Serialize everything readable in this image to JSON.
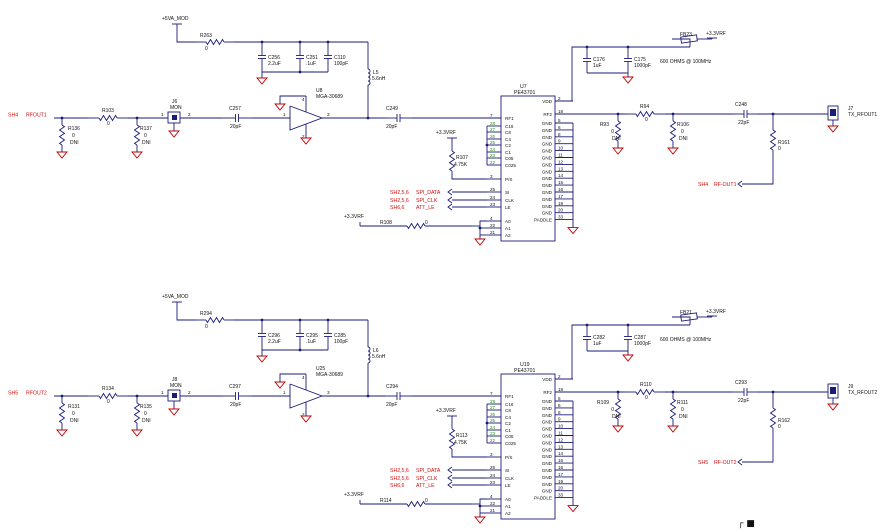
{
  "top": {
    "power_mod": "+5VA_MOD",
    "r_supply": {
      "ref": "R263",
      "val": "0"
    },
    "caps_supply": [
      {
        "ref": "C256",
        "val": "2.2uF"
      },
      {
        "ref": "C251",
        "val": ".1uF"
      },
      {
        "ref": "C110",
        "val": "100pF"
      }
    ],
    "inductor": {
      "ref": "L5",
      "val": "5.6nH"
    },
    "amp": {
      "ref": "U8",
      "val": "MGA-30689",
      "pins": [
        "1",
        "3",
        "4",
        "2"
      ]
    },
    "in_port": {
      "sheet": "SH4",
      "net": "RFOUT1"
    },
    "r_series": {
      "ref": "R103",
      "val": "0"
    },
    "r_shunt_a": {
      "ref": "R136",
      "val": "0",
      "dni": "DNI"
    },
    "r_shunt_b": {
      "ref": "R137",
      "val": "0",
      "dni": "DNI"
    },
    "mon": {
      "ref": "J6",
      "label": "MON",
      "pin1": "1",
      "pin2": "2"
    },
    "c_in": {
      "ref": "C257",
      "val": "20pF"
    },
    "c_out": {
      "ref": "C249",
      "val": "20pF"
    },
    "ic": {
      "ref": "U7",
      "part": "PE43701"
    },
    "vrf": "+3.3VRF",
    "pullup": {
      "ref": "R107",
      "val": "4.75K"
    },
    "spi": [
      {
        "sheet": "SH2,5,6",
        "net": "SPI_DATA"
      },
      {
        "sheet": "SH2,5,6",
        "net": "SPI_CLK"
      },
      {
        "sheet": "SH6,6",
        "net": "ATT_LE"
      }
    ],
    "r_addr": {
      "ref": "R108",
      "val": "0"
    },
    "ferrite": {
      "ref": "FB23",
      "val": "600 OHMS @ 100MHz"
    },
    "caps_vdd": [
      {
        "ref": "C176",
        "val": "1uF"
      },
      {
        "ref": "C175",
        "val": "1000pF"
      }
    ],
    "r_rf2": {
      "ref": "R94",
      "val": "0"
    },
    "r_rf2_a": {
      "ref": "R93",
      "val": "0",
      "dni": "DNI"
    },
    "r_rf2_b": {
      "ref": "R106",
      "val": "0",
      "dni": "DNI"
    },
    "c_final": {
      "ref": "C248",
      "val": "22pF"
    },
    "r_tap": {
      "ref": "R161",
      "val": "0"
    },
    "out_net": {
      "sheet": "SH4",
      "net": "RF-OUT1"
    },
    "conn": {
      "ref": "J7",
      "label": "TX_RFOUT1"
    }
  },
  "bottom": {
    "power_mod": "+5VA_MOD",
    "r_supply": {
      "ref": "R294",
      "val": "0"
    },
    "caps_supply": [
      {
        "ref": "C296",
        "val": "2.2uF"
      },
      {
        "ref": "C295",
        "val": ".1uF"
      },
      {
        "ref": "C285",
        "val": "100pF"
      }
    ],
    "inductor": {
      "ref": "L6",
      "val": "5.6nH"
    },
    "amp": {
      "ref": "U25",
      "val": "MGA-30689",
      "pins": [
        "1",
        "3",
        "4",
        "2"
      ]
    },
    "in_port": {
      "sheet": "SH5",
      "net": "RFOUT2"
    },
    "r_series": {
      "ref": "R134",
      "val": "0"
    },
    "r_shunt_a": {
      "ref": "R131",
      "val": "0",
      "dni": "DNI"
    },
    "r_shunt_b": {
      "ref": "R135",
      "val": "0",
      "dni": "DNI"
    },
    "mon": {
      "ref": "J8",
      "label": "MON",
      "pin1": "1",
      "pin2": "2"
    },
    "c_in": {
      "ref": "C297",
      "val": "20pF"
    },
    "c_out": {
      "ref": "C294",
      "val": "20pF"
    },
    "ic": {
      "ref": "U19",
      "part": "PE43701"
    },
    "vrf": "+3.3VRF",
    "pullup": {
      "ref": "R113",
      "val": "4.75K"
    },
    "spi": [
      {
        "sheet": "SH2,5,6",
        "net": "SPI_DATA"
      },
      {
        "sheet": "SH2,5,6",
        "net": "SPI_CLK"
      },
      {
        "sheet": "SH6,6",
        "net": "ATT_LE"
      }
    ],
    "r_addr": {
      "ref": "R114",
      "val": "0"
    },
    "ferrite": {
      "ref": "FB21",
      "val": "600 OHMS @ 100MHz"
    },
    "caps_vdd": [
      {
        "ref": "C282",
        "val": "1uF"
      },
      {
        "ref": "C287",
        "val": "1000pF"
      }
    ],
    "r_rf2": {
      "ref": "R110",
      "val": "0"
    },
    "r_rf2_a": {
      "ref": "R109",
      "val": "0",
      "dni": "DNI"
    },
    "r_rf2_b": {
      "ref": "R111",
      "val": "0",
      "dni": "DNI"
    },
    "c_final": {
      "ref": "C293",
      "val": "22pF"
    },
    "r_tap": {
      "ref": "R162",
      "val": "0"
    },
    "out_net": {
      "sheet": "SH5",
      "net": "RF-OUT2"
    },
    "conn": {
      "ref": "J9",
      "label": "TX_RFOUT2"
    }
  },
  "ic_pins_left": [
    {
      "num": "7",
      "name": "RF1"
    },
    {
      "num": "28",
      "name": "C16"
    },
    {
      "num": "27",
      "name": "C8"
    },
    {
      "num": "26",
      "name": "C4"
    },
    {
      "num": "25",
      "name": "C2"
    },
    {
      "num": "24",
      "name": "C1"
    },
    {
      "num": "23",
      "name": "C05"
    },
    {
      "num": "22",
      "name": "C025"
    },
    {
      "num": "3",
      "name": "P/S"
    },
    {
      "num": "25",
      "name": "SI"
    },
    {
      "num": "24",
      "name": "CLK"
    },
    {
      "num": "23",
      "name": "LE"
    },
    {
      "num": "4",
      "name": "A0"
    },
    {
      "num": "22",
      "name": "A1"
    },
    {
      "num": "21",
      "name": "A2"
    }
  ],
  "ic_pins_right": [
    {
      "num": "2",
      "name": "VDD"
    },
    {
      "num": "18",
      "name": "RF2"
    },
    {
      "num": "5",
      "name": "GND"
    },
    {
      "num": "6",
      "name": "GND"
    },
    {
      "num": "8",
      "name": "GND"
    },
    {
      "num": "9",
      "name": "GND"
    },
    {
      "num": "10",
      "name": "GND"
    },
    {
      "num": "11",
      "name": "GND"
    },
    {
      "num": "12",
      "name": "GND"
    },
    {
      "num": "13",
      "name": "GND"
    },
    {
      "num": "14",
      "name": "GND"
    },
    {
      "num": "15",
      "name": "GND"
    },
    {
      "num": "16",
      "name": "GND"
    },
    {
      "num": "17",
      "name": "GND"
    },
    {
      "num": "19",
      "name": "GND"
    },
    {
      "num": "20",
      "name": "GND"
    },
    {
      "num": "33",
      "name": "PADDLE"
    }
  ],
  "corner_mark": "┌ ■"
}
